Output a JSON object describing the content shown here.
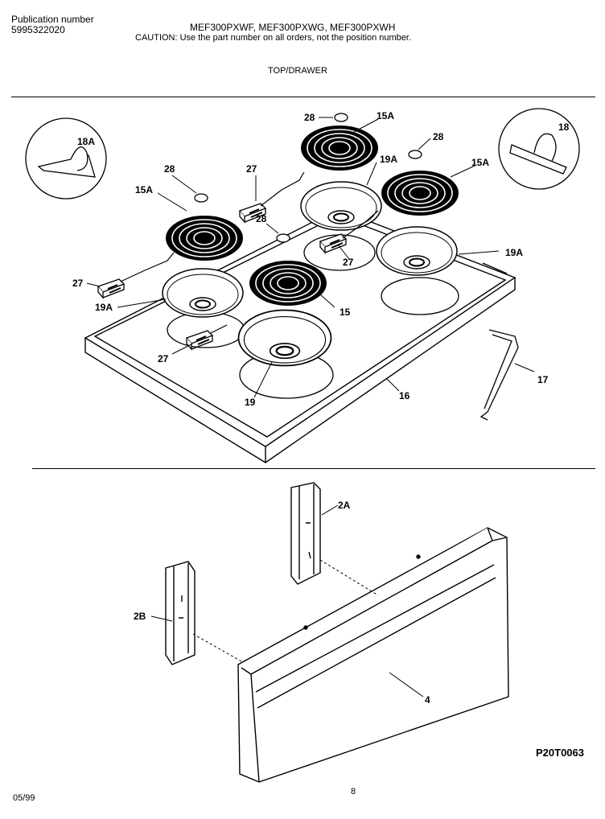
{
  "header": {
    "publication_label": "Publication number",
    "publication_number": "5995322020",
    "models": "MEF300PXWF, MEF300PXWG, MEF300PXWH",
    "caution": "CAUTION:  Use the part number on all orders, not the position number.",
    "section_title": "TOP/DRAWER"
  },
  "callouts": {
    "c18A": "18A",
    "c18": "18",
    "c28a": "28",
    "c28b": "28",
    "c28c": "28",
    "c28d": "28",
    "c15Aa": "15A",
    "c15Ab": "15A",
    "c15Ac": "15A",
    "c19Aa": "19A",
    "c19Ab": "19A",
    "c19Ac": "19A",
    "c27a": "27",
    "c27b": "27",
    "c27c": "27",
    "c27d": "27",
    "c15": "15",
    "c19": "19",
    "c16": "16",
    "c17": "17",
    "c2A": "2A",
    "c2B": "2B",
    "c4": "4"
  },
  "footer": {
    "drawing_number": "P20T0063",
    "date": "05/99",
    "page": "8"
  }
}
